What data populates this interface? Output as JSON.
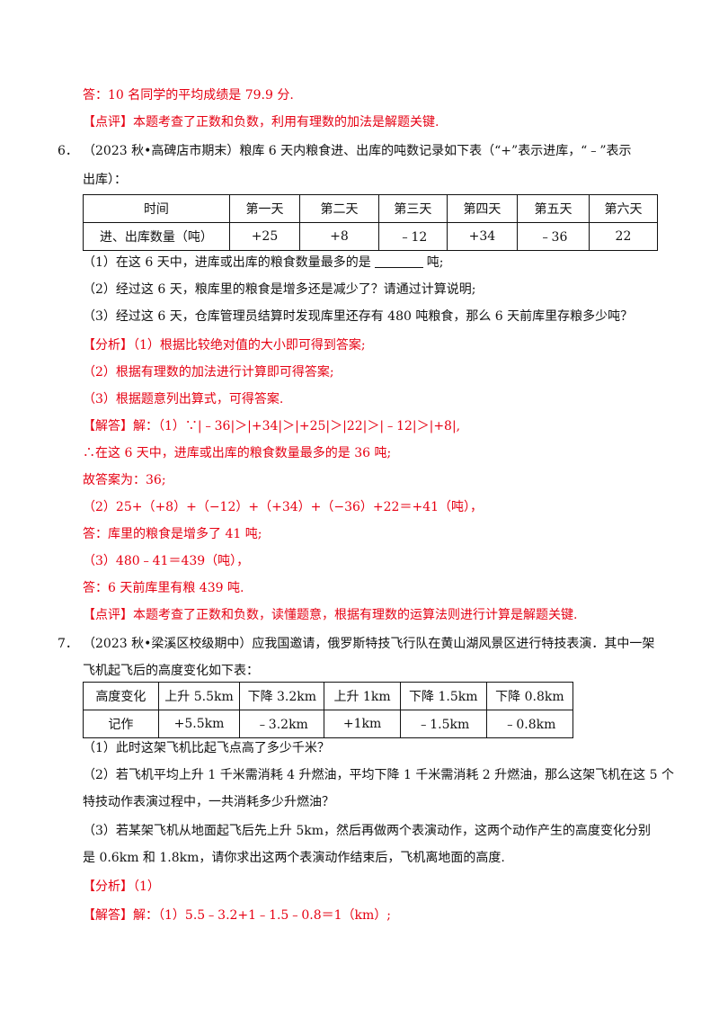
{
  "lines": {
    "l1": "答：10 名同学的平均成绩是 79.9 分.",
    "l2": "【点评】本题考查了正数和负数，利用有理数的加法是解题关键.",
    "q6_num": "6．",
    "q6_text1": "（2023 秋•高碑店市期末）粮库 6 天内粮食进、出库的吨数记录如下表（“+”表示进库，“﹣”表示",
    "q6_text2": "出库）：",
    "q6_p1a": "（1）在这 6 天中，进库或出库的粮食数量最多的是",
    "q6_p1b": "吨;",
    "q6_p2": "（2）经过这 6 天，粮库里的粮食是增多还是减少了？请通过计算说明;",
    "q6_p3": "（3）经过这 6 天，仓库管理员结算时发现库里还存有 480 吨粮食，那么 6 天前库里存粮多少吨？",
    "q6_a1": "【分析】（1）根据比较绝对值的大小即可得到答案;",
    "q6_a2": "（2）根据有理数的加法进行计算即可得答案;",
    "q6_a3": "（3）根据题意列出算式，可得答案.",
    "q6_s1": "【解答】解：（1）∵|﹣36|＞|+34|＞|+25|＞|22|＞|﹣12|＞|+8|,",
    "q6_s2": "∴在这 6 天中，进库或出库的粮食数量最多的是 36 吨;",
    "q6_s3": "故答案为：36;",
    "q6_s4": "（2）25+（+8）+（−12）+（+34）+（−36）+22＝+41（吨），",
    "q6_s5": "答：库里的粮食是增多了 41 吨;",
    "q6_s6": "（3）480﹣41＝439（吨），",
    "q6_s7": "答：6 天前库里有粮 439 吨.",
    "q6_review": "【点评】本题考查了正数和负数，读懂题意，根据有理数的运算法则进行计算是解题关键.",
    "q7_num": "7．",
    "q7_text1": "（2023 秋•梁溪区校级期中）应我国邀请，俄罗斯特技飞行队在黄山湖风景区进行特技表演．其中一架",
    "q7_text2": "飞机起飞后的高度变化如下表：",
    "q7_p1": "（1）此时这架飞机比起飞点高了多少千米？",
    "q7_p2a": "（2）若飞机平均上升 1 千米需消耗 4 升燃油，平均下降 1 千米需消耗 2 升燃油，那么这架飞机在这 5 个",
    "q7_p2b": "特技动作表演过程中，一共消耗多少升燃油？",
    "q7_p3a": "（3）若某架飞机从地面起飞后先上升 5km，然后再做两个表演动作，这两个动作产生的高度变化分别",
    "q7_p3b": "是 0.6km 和 1.8km，请你求出这两个表演动作结束后，飞机离地面的高度.",
    "q7_a1": "【分析】（1）",
    "q7_s1": "【解答】解：（1）5.5﹣3.2+1﹣1.5﹣0.8＝1（km）;"
  },
  "table6": {
    "headers": [
      "时间",
      "第一天",
      "第二天",
      "第三天",
      "第四天",
      "第五天",
      "第六天"
    ],
    "row": [
      "进、出库数量（吨）",
      "+25",
      "+8",
      "﹣12",
      "+34",
      "﹣36",
      "22"
    ]
  },
  "table7": {
    "headers": [
      "高度变化",
      "上升 5.5km",
      "下降 3.2km",
      "上升 1km",
      "下降 1.5km",
      "下降 0.8km"
    ],
    "row": [
      "记作",
      "+5.5km",
      "﹣3.2km",
      "+1km",
      "﹣1.5km",
      "﹣0.8km"
    ]
  },
  "colors": {
    "answer": "#e60012",
    "text": "#111111"
  }
}
